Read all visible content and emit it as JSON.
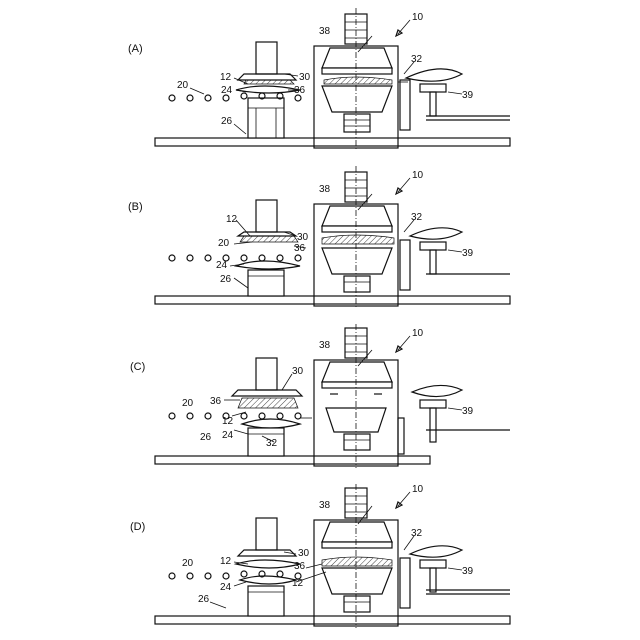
{
  "panels": [
    {
      "id": "A",
      "label": "(A)",
      "labels": [
        {
          "key": "n10",
          "text": "10"
        },
        {
          "key": "n38",
          "text": "38"
        },
        {
          "key": "n32",
          "text": "32"
        },
        {
          "key": "n12",
          "text": "12"
        },
        {
          "key": "n30",
          "text": "30"
        },
        {
          "key": "n20",
          "text": "20"
        },
        {
          "key": "n24",
          "text": "24"
        },
        {
          "key": "n36",
          "text": "36"
        },
        {
          "key": "n39",
          "text": "39"
        },
        {
          "key": "n26",
          "text": "26"
        }
      ]
    },
    {
      "id": "B",
      "label": "(B)",
      "labels": [
        {
          "key": "n10",
          "text": "10"
        },
        {
          "key": "n38",
          "text": "38"
        },
        {
          "key": "n32",
          "text": "32"
        },
        {
          "key": "n12",
          "text": "12"
        },
        {
          "key": "n30",
          "text": "30"
        },
        {
          "key": "n20",
          "text": "20"
        },
        {
          "key": "n36",
          "text": "36"
        },
        {
          "key": "n39",
          "text": "39"
        },
        {
          "key": "n24",
          "text": "24"
        },
        {
          "key": "n26",
          "text": "26"
        }
      ]
    },
    {
      "id": "C",
      "label": "(C)",
      "labels": [
        {
          "key": "n10",
          "text": "10"
        },
        {
          "key": "n38",
          "text": "38"
        },
        {
          "key": "n30",
          "text": "30"
        },
        {
          "key": "n20",
          "text": "20"
        },
        {
          "key": "n36",
          "text": "36"
        },
        {
          "key": "n39",
          "text": "39"
        },
        {
          "key": "n12",
          "text": "12"
        },
        {
          "key": "n24",
          "text": "24"
        },
        {
          "key": "n32",
          "text": "32"
        },
        {
          "key": "n26",
          "text": "26"
        }
      ]
    },
    {
      "id": "D",
      "label": "(D)",
      "labels": [
        {
          "key": "n10",
          "text": "10"
        },
        {
          "key": "n38",
          "text": "38"
        },
        {
          "key": "n32",
          "text": "32"
        },
        {
          "key": "n20",
          "text": "20"
        },
        {
          "key": "n12a",
          "text": "12"
        },
        {
          "key": "n30",
          "text": "30"
        },
        {
          "key": "n36",
          "text": "36"
        },
        {
          "key": "n39",
          "text": "39"
        },
        {
          "key": "n24",
          "text": "24"
        },
        {
          "key": "n12b",
          "text": "12"
        },
        {
          "key": "n26",
          "text": "26"
        }
      ]
    }
  ]
}
